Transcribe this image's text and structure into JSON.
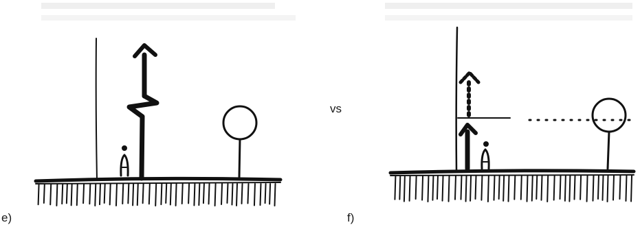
{
  "panels": [
    {
      "id": "e",
      "label": "e)"
    },
    {
      "id": "f",
      "label": "f)"
    }
  ],
  "separator": "vs",
  "colors": {
    "ink": "#111111",
    "faint_text": "#cfcfcf",
    "background": "#ffffff"
  }
}
